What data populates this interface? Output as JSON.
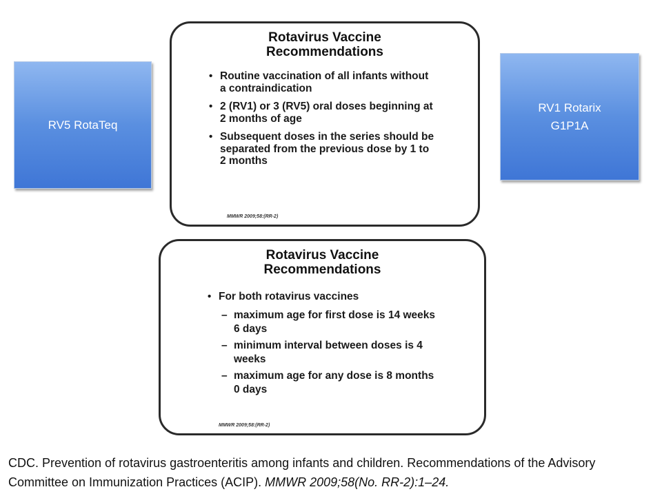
{
  "left_box": {
    "line1": "RV5 RotaTeq"
  },
  "right_box": {
    "line1": "RV1 Rotarix",
    "line2": "G1P1A"
  },
  "slide_top": {
    "title_line1": "Rotavirus Vaccine",
    "title_line2": "Recommendations",
    "bullets": [
      "Routine vaccination of all infants without a contraindication",
      "2 (RV1) or 3 (RV5) oral doses beginning at 2 months of age",
      "Subsequent doses in the series should be separated from the previous dose by 1 to 2 months"
    ],
    "source": "MMWR 2009;58:(RR-2)"
  },
  "slide_bottom": {
    "title_line1": "Rotavirus Vaccine",
    "title_line2": "Recommendations",
    "bullet": "For both rotavirus vaccines",
    "subitems": [
      "maximum age for first dose is 14 weeks 6 days",
      "minimum interval between doses is 4 weeks",
      "maximum age for any dose is 8 months 0 days"
    ],
    "source": "MMWR 2009;58:(RR-2)"
  },
  "citation": {
    "text": "CDC. Prevention of rotavirus gastroenteritis among infants and children. Recommendations of the Advisory Committee on Immunization Practices (ACIP). ",
    "italic": "MMWR 2009;58(No. RR-2):1–24."
  }
}
